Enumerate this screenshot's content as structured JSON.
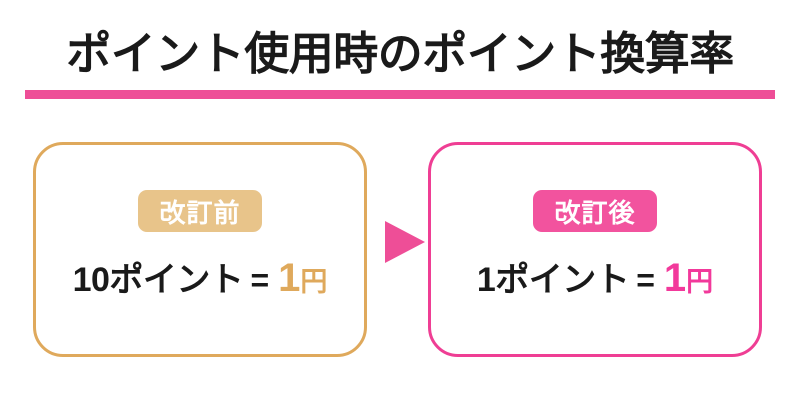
{
  "page": {
    "background_color": "#ffffff",
    "title": "ポイント使用時のポイント換算率",
    "rule_color": "#ee4e97"
  },
  "arrow": {
    "name": "right-arrow",
    "direction": "right",
    "color": "#ee4e97"
  },
  "cards": {
    "before": {
      "badge_label": "改訂前",
      "badge_color": "#e8c48a",
      "border_color": "#dfa95c",
      "accent_color": "#dfa95c",
      "equation": {
        "points": "10ポイント",
        "equals": "=",
        "amount": "1",
        "unit": "円"
      }
    },
    "after": {
      "badge_label": "改訂後",
      "badge_color": "#f2539e",
      "border_color": "#ef3e94",
      "accent_color": "#f2399b",
      "equation": {
        "points": "1ポイント",
        "equals": "=",
        "amount": "1",
        "unit": "円"
      }
    }
  }
}
